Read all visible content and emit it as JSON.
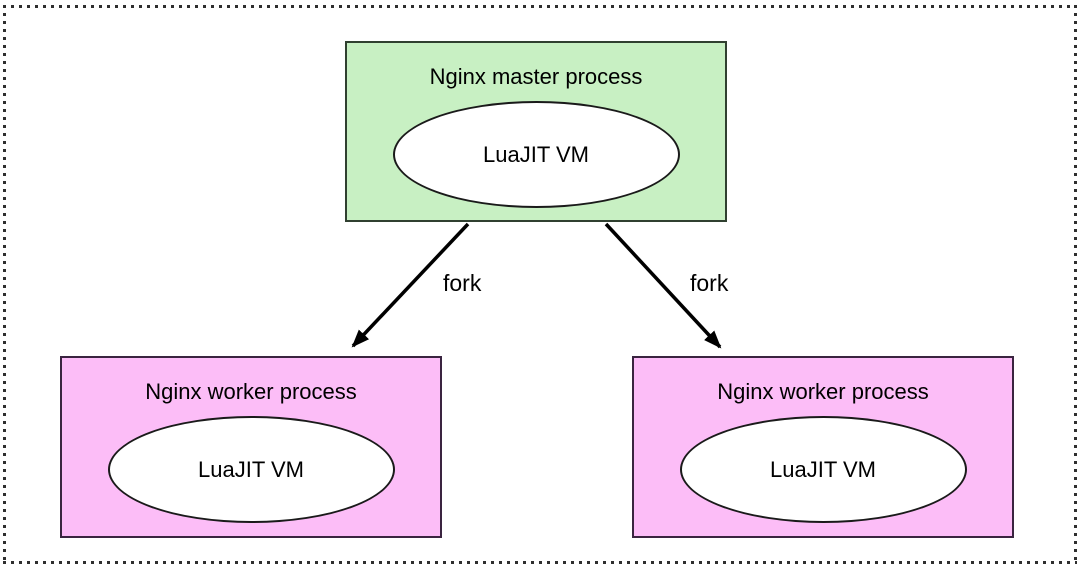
{
  "master": {
    "title": "Nginx master process",
    "vm": "LuaJIT VM"
  },
  "workers": [
    {
      "title": "Nginx worker process",
      "vm": "LuaJIT VM"
    },
    {
      "title": "Nginx worker process",
      "vm": "LuaJIT VM"
    }
  ],
  "edges": [
    {
      "label": "fork"
    },
    {
      "label": "fork"
    }
  ],
  "colors": {
    "master_fill": "#c8f0c3",
    "master_border": "#304030",
    "worker_fill": "#fcbdf7",
    "worker_border": "#3a2440",
    "ellipse_fill": "#ffffff",
    "ellipse_stroke": "#1a1a1a",
    "stroke": "#000000",
    "dotted_frame": "#2e2e2e"
  }
}
